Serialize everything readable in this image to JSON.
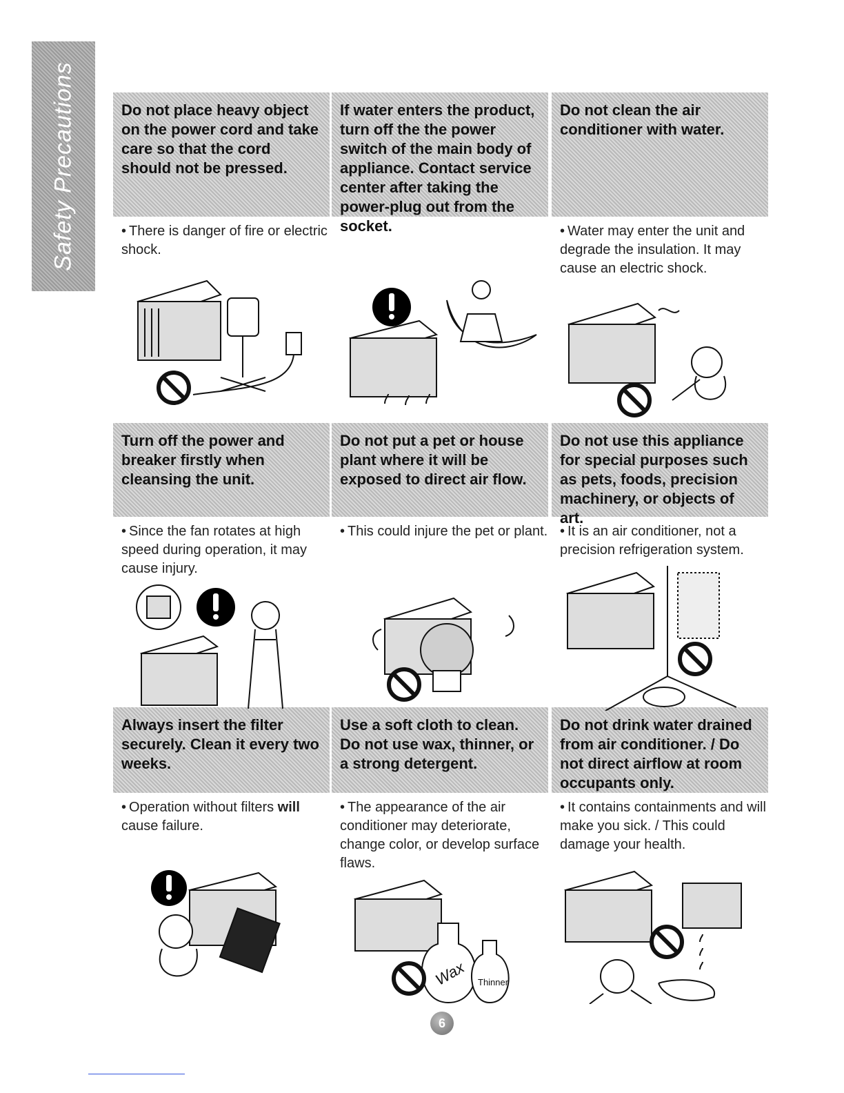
{
  "side_tab": {
    "label": "Safety Precautions"
  },
  "page_number": "6",
  "cells": [
    {
      "header": "Do not place heavy object on the power cord and take care so that the cord should not be pressed.",
      "note": "There is danger of fire or electric shock."
    },
    {
      "header": "If water enters the product, turn off the the power switch of the main body of appliance. Contact service center after taking the power-plug out from the socket.",
      "note": ""
    },
    {
      "header": "Do not clean the air conditioner with water.",
      "note": "Water may enter the unit and degrade the insulation. It may cause an electric shock."
    },
    {
      "header": "Turn off the power and breaker firstly when cleansing the unit.",
      "note": "Since the fan rotates at high speed during operation, it may cause injury."
    },
    {
      "header": "Do not put a pet or house plant where it will be exposed to direct air flow.",
      "note": "This could injure the pet or plant."
    },
    {
      "header": "Do not use this appliance for special purposes such as pets, foods, precision machinery, or objects of art.",
      "note": "It is an air conditioner, not a precision refrigeration system."
    },
    {
      "header": "Always insert the filter securely. Clean it every two weeks.",
      "note_pre": "Operation without filters ",
      "note_bold": "will",
      "note_post": " cause failure."
    },
    {
      "header": "Use a soft cloth to clean. Do not use wax, thinner, or a strong detergent.",
      "note": "The appearance of the air conditioner may deteriorate, change color, or develop surface flaws."
    },
    {
      "header": "Do not drink water drained from air conditioner. / Do not direct airflow at room occupants only.",
      "note": "It contains containments and will make you sick. / This could damage your health."
    }
  ],
  "illustrations": {
    "bottle_labels": [
      "Wax",
      "Thinner"
    ]
  }
}
